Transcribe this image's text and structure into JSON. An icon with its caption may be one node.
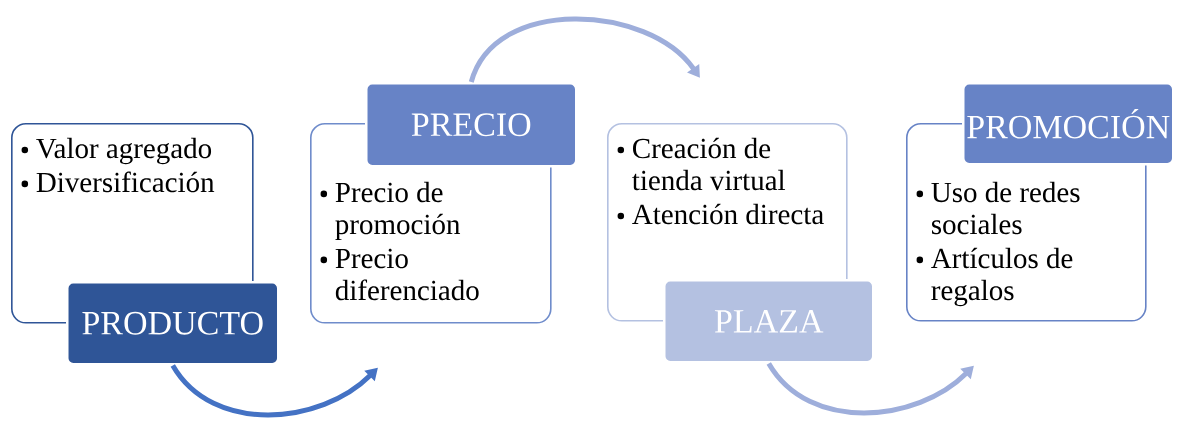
{
  "diagram": {
    "nodes": [
      {
        "text": [
          "Valor agregado",
          "Diversificación"
        ]
      },
      {
        "text": [
          "PRODUCTO"
        ]
      },
      {
        "text": [
          "PRECIO"
        ]
      },
      {
        "text": [
          "Precio de promoción",
          "Precio diferenciado"
        ]
      },
      {
        "text": [
          "Creación de tienda virtual",
          "Atención directa"
        ]
      },
      {
        "text": [
          "PLAZA"
        ]
      },
      {
        "text": [
          "PROMOCIÓN"
        ]
      },
      {
        "text": [
          "Uso de redes sociales",
          "Artículos de regalos"
        ]
      }
    ],
    "edges": [
      {
        "from": 1,
        "to": 3,
        "arrow": "to",
        "color": "#4472c4"
      },
      {
        "from": 2,
        "to": 4,
        "arrow": "to"
      },
      {
        "from": 5,
        "to": 7,
        "arrow": "to"
      }
    ]
  }
}
